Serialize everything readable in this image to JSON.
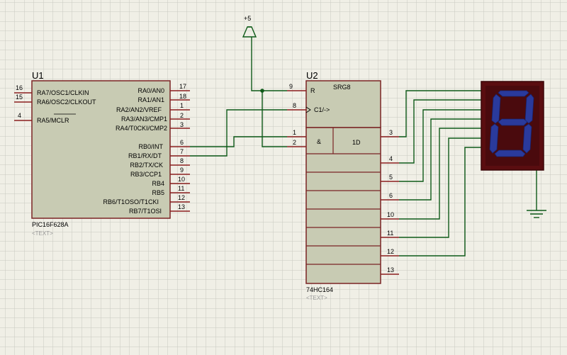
{
  "schematic": {
    "power_label": "+5",
    "u1": {
      "ref": "U1",
      "part": "PIC16F628A",
      "text_placeholder": "<TEXT>",
      "left_pins": [
        {
          "num": "16",
          "name": "RA7/OSC1/CLKIN"
        },
        {
          "num": "15",
          "name": "RA6/OSC2/CLKOUT"
        },
        {
          "num": "4",
          "name": "RA5/MCLR"
        }
      ],
      "right_pins": [
        {
          "num": "17",
          "name": "RA0/AN0"
        },
        {
          "num": "18",
          "name": "RA1/AN1"
        },
        {
          "num": "1",
          "name": "RA2/AN2/VREF"
        },
        {
          "num": "2",
          "name": "RA3/AN3/CMP1"
        },
        {
          "num": "3",
          "name": "RA4/T0CKI/CMP2"
        },
        {
          "num": "6",
          "name": "RB0/INT"
        },
        {
          "num": "7",
          "name": "RB1/RX/DT"
        },
        {
          "num": "8",
          "name": "RB2/TX/CK"
        },
        {
          "num": "9",
          "name": "RB3/CCP1"
        },
        {
          "num": "10",
          "name": "RB4"
        },
        {
          "num": "11",
          "name": "RB5"
        },
        {
          "num": "12",
          "name": "RB6/T1OSO/T1CKI"
        },
        {
          "num": "13",
          "name": "RB7/T1OSI"
        }
      ]
    },
    "u2": {
      "ref": "U2",
      "part": "74HC164",
      "text_placeholder": "<TEXT>",
      "block_label": "SRG8",
      "reset_label": "R",
      "clock_label": "C1/->",
      "and_label": "&",
      "data_label": "1D",
      "left_pins": [
        {
          "num": "9"
        },
        {
          "num": "8"
        },
        {
          "num": "1"
        },
        {
          "num": "2"
        }
      ],
      "right_pins": [
        {
          "num": "3"
        },
        {
          "num": "4"
        },
        {
          "num": "5"
        },
        {
          "num": "6"
        },
        {
          "num": "10"
        },
        {
          "num": "11"
        },
        {
          "num": "12"
        },
        {
          "num": "13"
        }
      ]
    },
    "display": {
      "digit": "8",
      "colors": {
        "body": "#5a0d10",
        "segment": "#2a3a9c"
      }
    },
    "colors": {
      "grid": "#c9c9c0",
      "wire": "#0e5a18",
      "body_fill": "#c8cbb3",
      "body_stroke": "#7a2424",
      "pin": "#8a1f1f",
      "junction": "#0e5a18"
    }
  }
}
